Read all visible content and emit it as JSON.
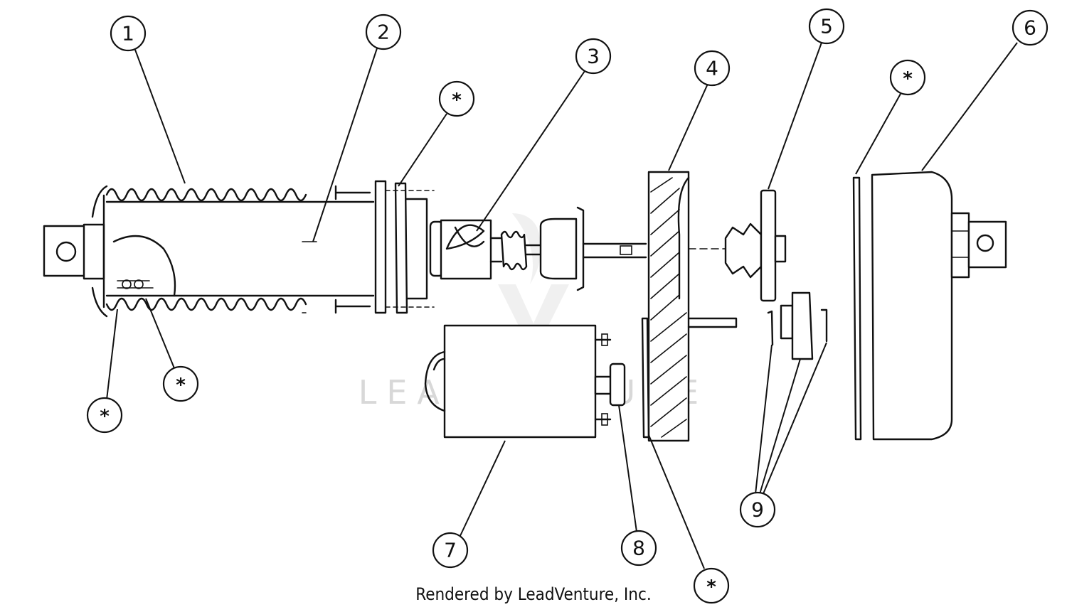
{
  "callouts": [
    {
      "label": "1"
    },
    {
      "label": "2"
    },
    {
      "label": "3"
    },
    {
      "label": "4"
    },
    {
      "label": "5"
    },
    {
      "label": "6"
    },
    {
      "label": "7"
    },
    {
      "label": "8"
    },
    {
      "label": "9"
    },
    {
      "label": "*"
    },
    {
      "label": "*"
    },
    {
      "label": "*"
    },
    {
      "label": "*"
    },
    {
      "label": "*"
    }
  ],
  "watermark": {
    "text": "LEADVENTURE"
  },
  "footer": {
    "credit": "Rendered by LeadVenture, Inc."
  }
}
